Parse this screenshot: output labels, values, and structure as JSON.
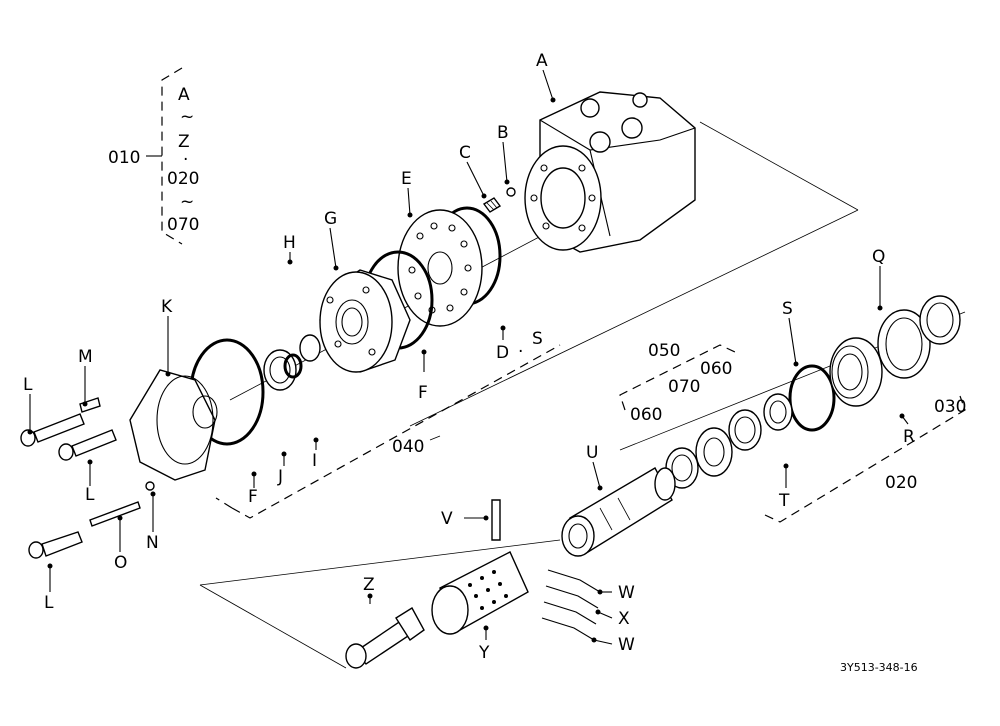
{
  "drawing": {
    "reference": "3Y513-348-16",
    "group_010": {
      "code": "010",
      "range": [
        "A",
        "~",
        "Z",
        ".",
        "020",
        "~",
        "070"
      ]
    },
    "codes": {
      "c020": "020",
      "c030": "030",
      "c040": "040",
      "c050": "050",
      "c060a": "060",
      "c060b": "060",
      "c070": "070"
    },
    "parts": {
      "A": "A",
      "B": "B",
      "C": "C",
      "D": "D",
      "D_extra": "S",
      "E": "E",
      "F1": "F",
      "F2": "F",
      "G": "G",
      "H": "H",
      "I": "I",
      "J": "J",
      "K": "K",
      "L1": "L",
      "L2": "L",
      "L3": "L",
      "M": "M",
      "N": "N",
      "O": "O",
      "Q": "Q",
      "R": "R",
      "S": "S",
      "T": "T",
      "U": "U",
      "V": "V",
      "W1": "W",
      "W2": "W",
      "X": "X",
      "Y": "Y",
      "Z": "Z"
    }
  }
}
